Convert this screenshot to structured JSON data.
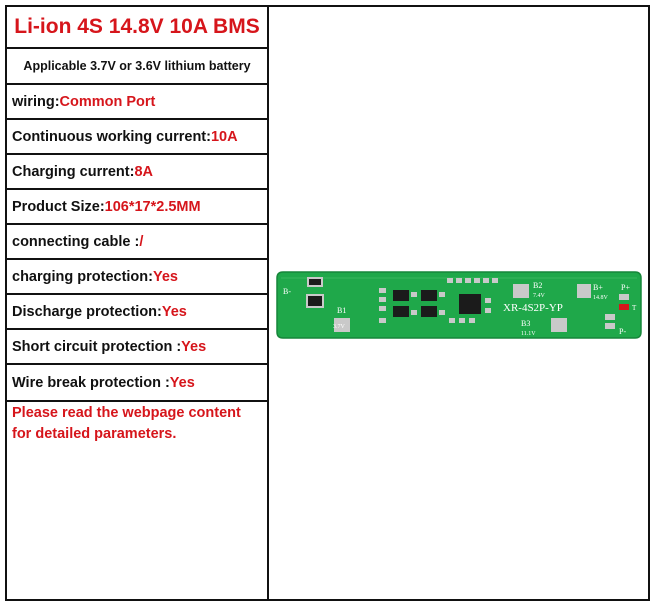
{
  "title": "Li-ion 4S 14.8V 10A BMS",
  "subtitle": "Applicable 3.7V or 3.6V lithium battery",
  "specs": [
    {
      "label": "wiring:",
      "value": "Common Port"
    },
    {
      "label": "Continuous working current:",
      "value": "10A"
    },
    {
      "label": "Charging current:",
      "value": "8A"
    },
    {
      "label": "Product Size:",
      "value": "106*17*2.5MM"
    },
    {
      "label": "connecting cable : ",
      "value": "/"
    },
    {
      "label": "charging protection: ",
      "value": "Yes"
    },
    {
      "label": "Discharge protection: ",
      "value": "Yes"
    },
    {
      "label": "Short circuit protection :",
      "value": "Yes"
    },
    {
      "label": "Wire break protection :",
      "value": "Yes"
    }
  ],
  "note": "Please read the webpage content for detailed parameters.",
  "board": {
    "model": "XR-4S2P-YP",
    "pads": {
      "b_minus": "B-",
      "b1": "B1",
      "b1_v": "3.7V",
      "b2": "B2",
      "b2_v": "7.4V",
      "b3": "B3",
      "b3_v": "11.1V",
      "b_plus": "B+",
      "b_plus_v": "14.8V",
      "p_plus": "P+",
      "p_minus": "P-",
      "t": "T"
    },
    "colors": {
      "pcb": "#1fa84a",
      "pad": "#c9c9c9",
      "chip": "#1b1b1b",
      "silk": "#ffffff",
      "accent": "#d6151b"
    }
  }
}
